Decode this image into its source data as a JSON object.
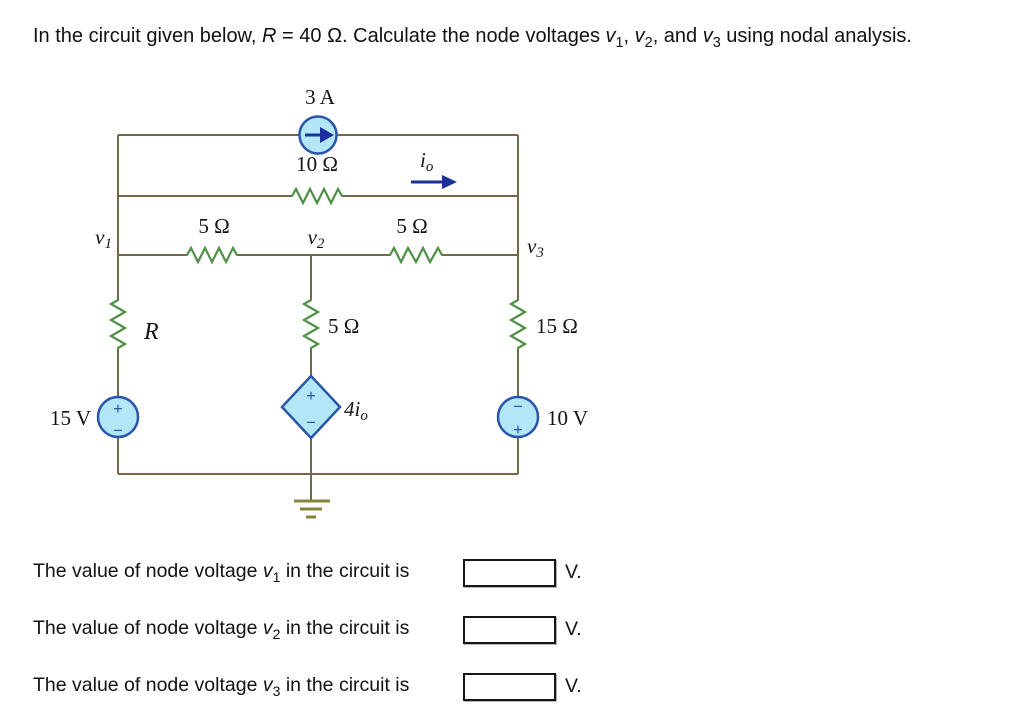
{
  "title": {
    "part1": "In the circuit given below, ",
    "var_r": "R",
    "part2": " = 40 Ω. Calculate the node voltages ",
    "v_base": "v",
    "v1_sub": "1",
    "sep1": ", ",
    "v2_sub": "2",
    "sep2": ", and ",
    "v3_sub": "3",
    "part3": " using nodal analysis."
  },
  "circuit": {
    "current_source": {
      "label": "3 A"
    },
    "top_resistor": {
      "label": "10 Ω"
    },
    "io": {
      "base": "i",
      "sub": "o"
    },
    "left_h_resistor": {
      "label": "5 Ω"
    },
    "right_h_resistor": {
      "label": "5 Ω"
    },
    "mid_v_resistor": {
      "label": "5 Ω"
    },
    "right_v_resistor": {
      "label": "15 Ω"
    },
    "left_v_resistor": {
      "label": "R"
    },
    "nodes": {
      "v1": {
        "base": "v",
        "sub": "1"
      },
      "v2": {
        "base": "v",
        "sub": "2"
      },
      "v3": {
        "base": "v",
        "sub": "3"
      }
    },
    "left_source": {
      "label": "15 V",
      "plus": "+",
      "minus": "−"
    },
    "right_source": {
      "label": "10 V",
      "plus": "+",
      "minus": "−"
    },
    "dep_source": {
      "coeff": "4",
      "base": "i",
      "sub": "o",
      "plus": "+",
      "minus": "−"
    }
  },
  "questions": [
    {
      "prefix": "The value of node voltage ",
      "var_base": "v",
      "var_sub": "1",
      "suffix": " in the circuit is",
      "unit": "V.",
      "value": ""
    },
    {
      "prefix": "The value of node voltage ",
      "var_base": "v",
      "var_sub": "2",
      "suffix": " in the circuit is",
      "unit": "V.",
      "value": ""
    },
    {
      "prefix": "The value of node voltage ",
      "var_base": "v",
      "var_sub": "3",
      "suffix": " in the circuit is",
      "unit": "V.",
      "value": ""
    }
  ],
  "colors": {
    "wire": "#75684a",
    "resistor": "#4e9146",
    "source_fill": "#b3e7f8",
    "source_border": "#2b55a9",
    "arrow": "#1c2f9e",
    "ground": "#84843a"
  }
}
